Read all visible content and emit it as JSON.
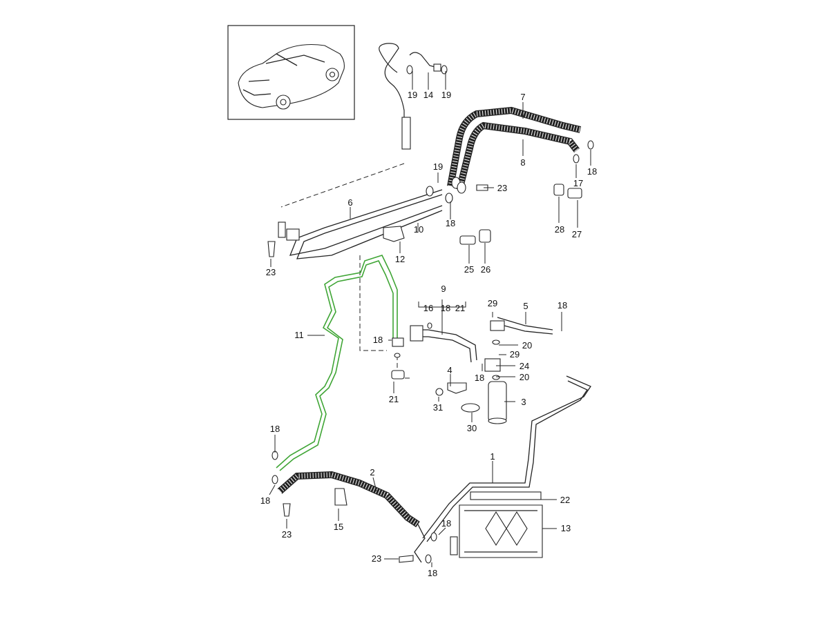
{
  "callouts": {
    "p1": "1",
    "p2": "2",
    "p3": "3",
    "p4": "4",
    "p5": "5",
    "p6": "6",
    "p7": "7",
    "p8": "8",
    "p9": "9",
    "p10": "10",
    "p11": "11",
    "p12": "12",
    "p13": "13",
    "p14": "14",
    "p15": "15",
    "p16": "16",
    "p17": "17",
    "p18a": "18",
    "p18b": "18",
    "p18c": "18",
    "p18d": "18",
    "p18e": "18",
    "p18f": "18",
    "p18g": "18",
    "p18h": "18",
    "p18i": "18",
    "p18j": "18",
    "p19a": "19",
    "p19b": "19",
    "p19c": "19",
    "p20a": "20",
    "p20b": "20",
    "p21": "21",
    "p21b": "21",
    "p22": "22",
    "p23a": "23",
    "p23b": "23",
    "p23c": "23",
    "p23d": "23",
    "p24": "24",
    "p25": "25",
    "p26": "26",
    "p27": "27",
    "p28": "28",
    "p29a": "29",
    "p29b": "29",
    "p30": "30",
    "p31": "31"
  },
  "colors": {
    "highlight": "#3fa535",
    "line": "#222222"
  },
  "icons": {
    "thumbnail": "car-thumbnail-icon"
  }
}
